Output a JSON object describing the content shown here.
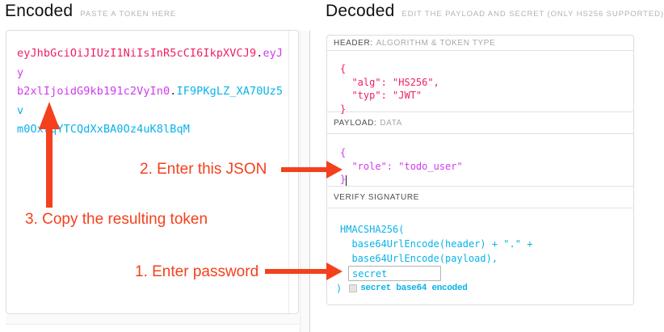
{
  "encoded": {
    "title": "Encoded",
    "subtitle": "PASTE A TOKEN HERE",
    "token": {
      "line1_header": "eyJhbGciOiJIUzI1NiIsInR5cCI6IkpXVCJ9",
      "line1_dot": ".",
      "line1_payload": "eyJy",
      "line2_payload": "b2xlIjoidG9kb191c2VyIn0",
      "line2_dot": ".",
      "line2_signature": "IF9PKgLZ_XA70Uz5v",
      "line3_signature": "m0OxrqYTCQdXxBA0Oz4uK8lBqM"
    }
  },
  "decoded": {
    "title": "Decoded",
    "subtitle": "EDIT THE PAYLOAD AND SECRET (ONLY HS256 SUPPORTED)",
    "header_section": {
      "label_strong": "HEADER:",
      "label_rest": "ALGORITHM & TOKEN TYPE",
      "code": "{\n  \"alg\": \"HS256\",\n  \"typ\": \"JWT\"\n}"
    },
    "payload_section": {
      "label_strong": "PAYLOAD:",
      "label_rest": "DATA",
      "code": "{\n  \"role\": \"todo_user\"\n}"
    },
    "signature_section": {
      "label_strong": "VERIFY SIGNATURE",
      "code_before_secret": "HMACSHA256(\n  base64UrlEncode(header) + \".\" +\n  base64UrlEncode(payload),",
      "secret_value": "secret",
      "close_paren": ")",
      "checkbox_label": "secret base64 encoded"
    }
  },
  "annotations": {
    "step1": "1. Enter password",
    "step2": "2. Enter this JSON",
    "step3": "3. Copy the resulting token"
  },
  "colors": {
    "token_header": "#ee205f",
    "token_payload": "#cf3af0",
    "token_signature": "#09b2e9",
    "annotation": "#f4401d"
  }
}
